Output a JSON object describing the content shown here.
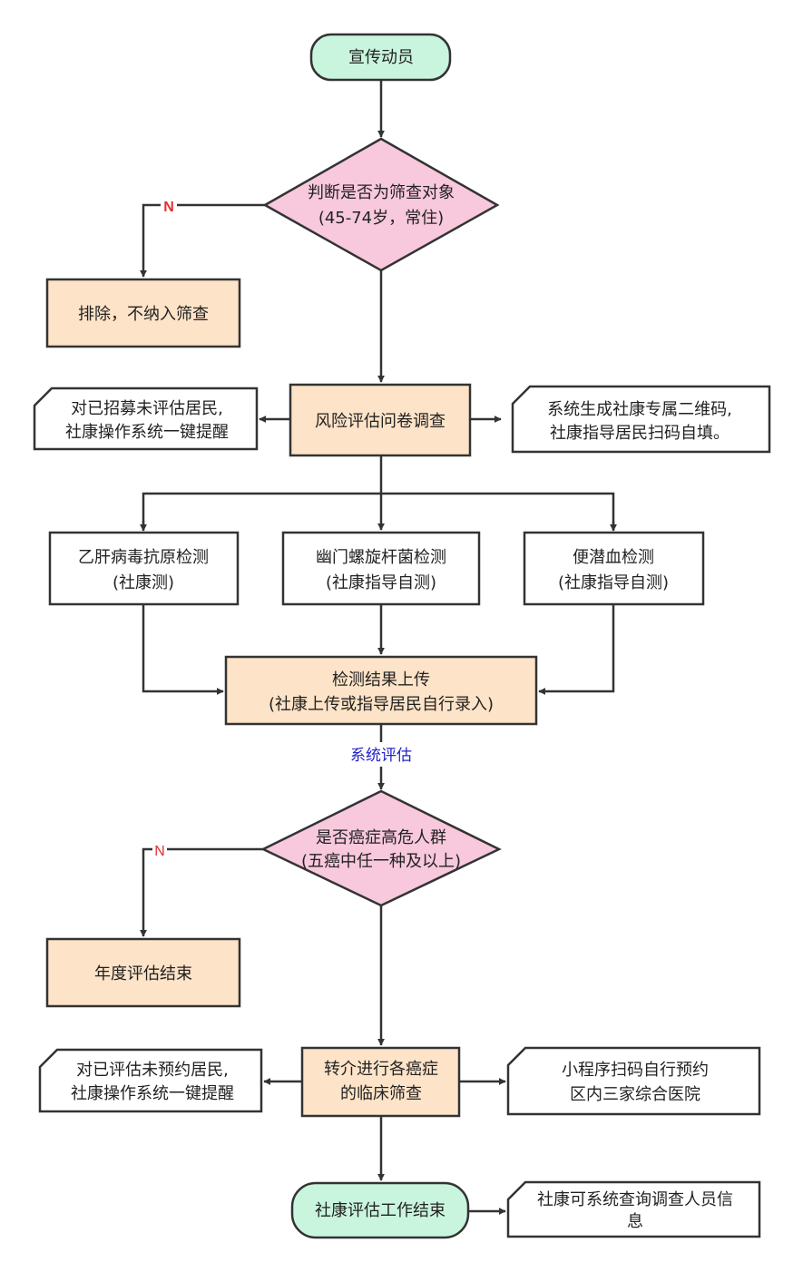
{
  "colors": {
    "terminal_fill": "#c9f5de",
    "decision_fill": "#f8c8dc",
    "process_fill": "#fde3c7",
    "stroke": "#333333",
    "no_label": "#e03030",
    "edge_label": "#2222cc"
  },
  "nodes": {
    "start": "宣传动员",
    "decision_target": [
      "判断是否为筛查对象",
      "(45-74岁，常住)"
    ],
    "exclude": "排除，不纳入筛查",
    "questionnaire": "风险评估问卷调查",
    "remind_recruit": [
      "对已招募未评估居民,",
      "社康操作系统一键提醒"
    ],
    "qr_code": [
      "系统生成社康专属二维码,",
      "社康指导居民扫码自填。"
    ],
    "test_hbv": [
      "乙肝病毒抗原检测",
      "(社康测)"
    ],
    "test_hp": [
      "幽门螺旋杆菌检测",
      "(社康指导自测)"
    ],
    "test_fob": [
      "便潜血检测",
      "(社康指导自测)"
    ],
    "upload": [
      "检测结果上传",
      "(社康上传或指导居民自行录入)"
    ],
    "decision_risk": [
      "是否癌症高危人群",
      "(五癌中任一种及以上)"
    ],
    "year_end": "年度评估结束",
    "referral": [
      "转介进行各癌症",
      "的临床筛查"
    ],
    "remind_assessed": [
      "对已评估未预约居民,",
      "社康操作系统一键提醒"
    ],
    "mini_program": [
      "小程序扫码自行预约",
      "区内三家综合医院"
    ],
    "finish": "社康评估工作结束",
    "query": [
      "社康可系统查询调查人员信",
      "息"
    ]
  },
  "edge_labels": {
    "no1": "N",
    "no2": "N",
    "system_assess": "系统评估"
  }
}
